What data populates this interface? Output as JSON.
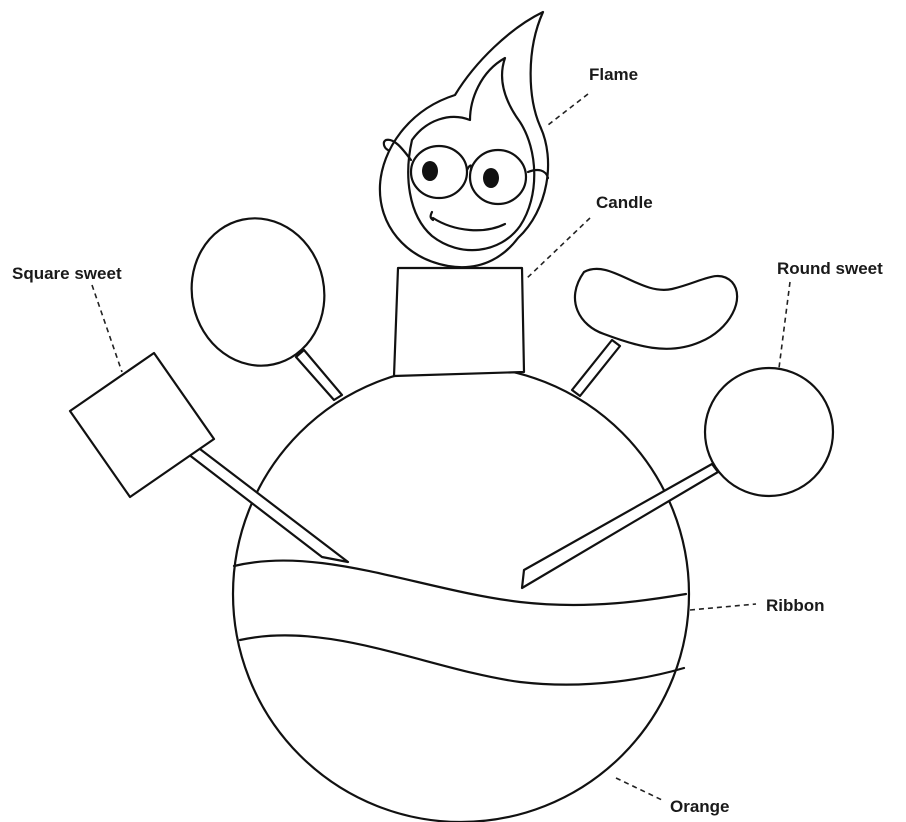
{
  "labels": {
    "flame": "Flame",
    "candle": "Candle",
    "square_sweet": "Square sweet",
    "round_sweet": "Round sweet",
    "ribbon": "Ribbon",
    "orange": "Orange"
  }
}
